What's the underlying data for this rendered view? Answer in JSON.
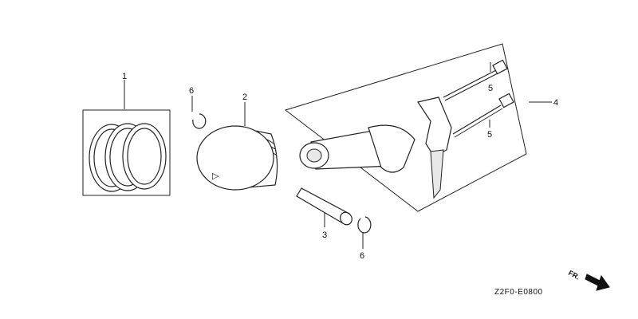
{
  "callouts": {
    "c1": "1",
    "c2": "2",
    "c3": "3",
    "c4": "4",
    "c5a": "5",
    "c5b": "5",
    "c6a": "6",
    "c6b": "6"
  },
  "drawing_code": "Z2F0-E0800",
  "direction_label": "FR."
}
